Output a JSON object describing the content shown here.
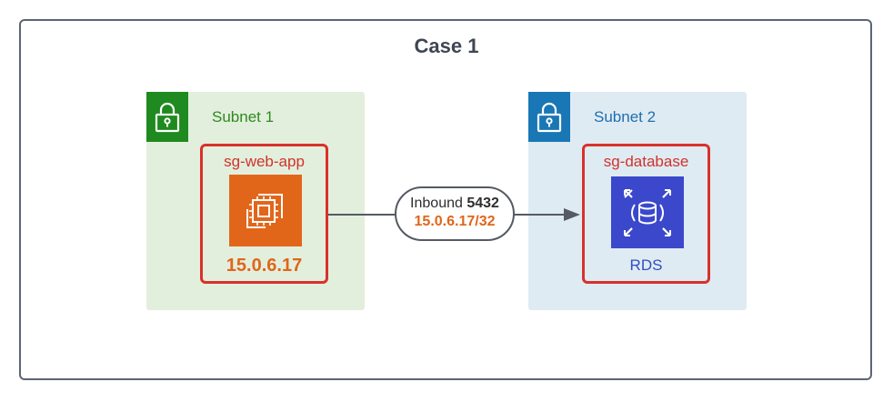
{
  "diagram": {
    "title": "Case 1",
    "subnets": [
      {
        "label": "Subnet 1",
        "security_group": {
          "label": "sg-web-app",
          "resource_icon": "ec2-instance-icon",
          "ip": "15.0.6.17"
        }
      },
      {
        "label": "Subnet 2",
        "security_group": {
          "label": "sg-database",
          "resource_icon": "rds-database-icon",
          "resource_label": "RDS"
        }
      }
    ],
    "rule": {
      "direction": "Inbound",
      "port": "5432",
      "cidr": "15.0.6.17/32"
    }
  },
  "colors": {
    "frame_border": "#5b6577",
    "subnet1_bg": "#e3efdd",
    "subnet1_accent": "#1f8a1f",
    "subnet2_bg": "#dfebf3",
    "subnet2_accent": "#1977b5",
    "security_group_border": "#d9312b",
    "ec2_fill": "#e2661a",
    "rds_fill": "#3b48cc"
  }
}
